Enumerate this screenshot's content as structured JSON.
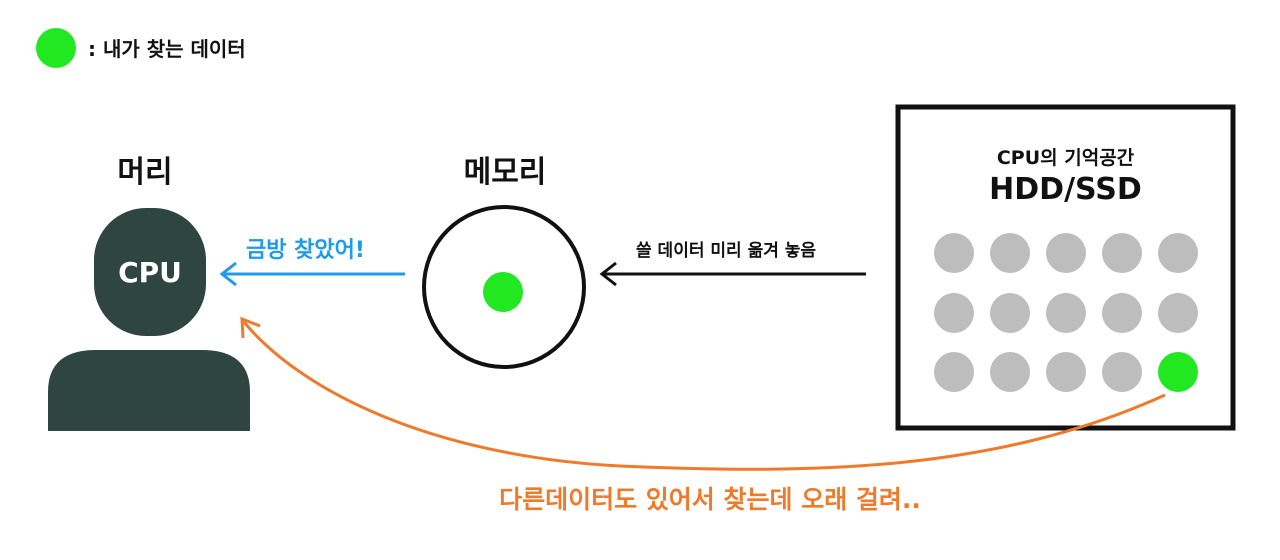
{
  "legend": {
    "text": ": 내가 찾는 데이터",
    "dot_color": "#22e822"
  },
  "head": {
    "title": "머리",
    "cpu_label": "CPU",
    "body_color": "#2e4540"
  },
  "memory": {
    "title": "메모리"
  },
  "arrows": {
    "memory_to_cpu": "금방 찾았어!",
    "storage_to_memory": "쓸 데이터 미리 옮겨 놓음",
    "storage_to_cpu": "다른데이터도 있어서 찾는데 오래 걸려.."
  },
  "storage": {
    "subtitle": "CPU의 기억공간",
    "title": "HDD/SSD"
  },
  "colors": {
    "data_green": "#22e822",
    "gray_cell": "#bdbdbd",
    "blue_arrow": "#1e9bea",
    "orange_arrow": "#ef7a2a"
  }
}
